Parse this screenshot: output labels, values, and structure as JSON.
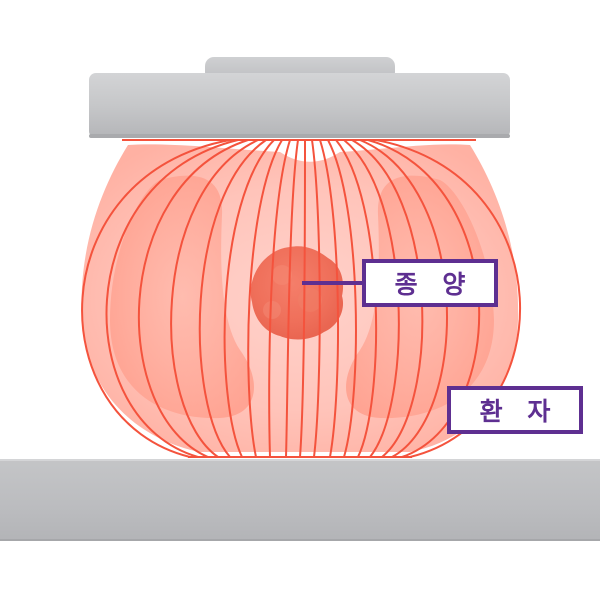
{
  "diagram": {
    "title": "",
    "colors": {
      "paddle": "#c6c7c9",
      "paddle_shadow": "#a9aaad",
      "plate": "#bfc0c2",
      "tissue_light": "#ffc9c0",
      "tissue_dark": "#ff9e8c",
      "tumor": "#f06a55",
      "field_lines": "#f4533d",
      "label_accent": "#5e2f91"
    },
    "components": {
      "compression_paddle": "compression-paddle",
      "detector_plate": "detector-plate",
      "breast_tissue": "breast-tissue",
      "tumor": "tumor",
      "field_lines": "red-field-lines"
    },
    "labels": {
      "tumor": "종 양",
      "patient": "환 자"
    }
  }
}
